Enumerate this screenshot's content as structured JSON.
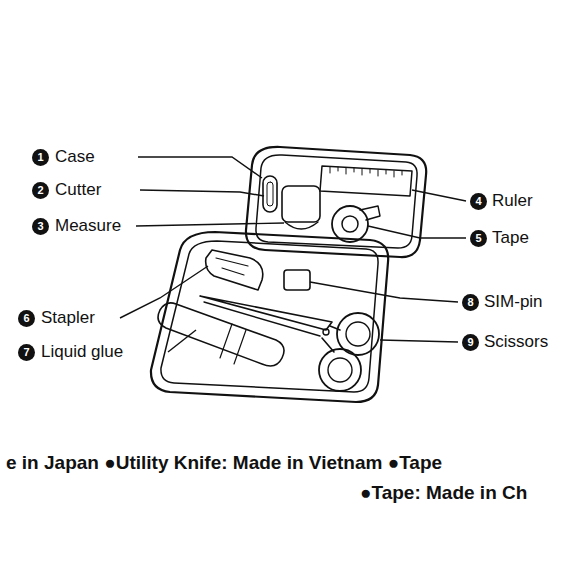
{
  "diagram": {
    "labels": [
      "1",
      "Case",
      "2",
      "Cutter",
      "3",
      "Measure",
      "4",
      "Ruler",
      "5",
      "Tape",
      "6",
      "Stapler",
      "7",
      "Liquid glue",
      "8",
      "SIM-pin",
      "9",
      "Scissors",
      "e in Japan ●Utility Knife: Made in Vietnam ●Tape",
      "●Tape: Made in Ch"
    ]
  }
}
